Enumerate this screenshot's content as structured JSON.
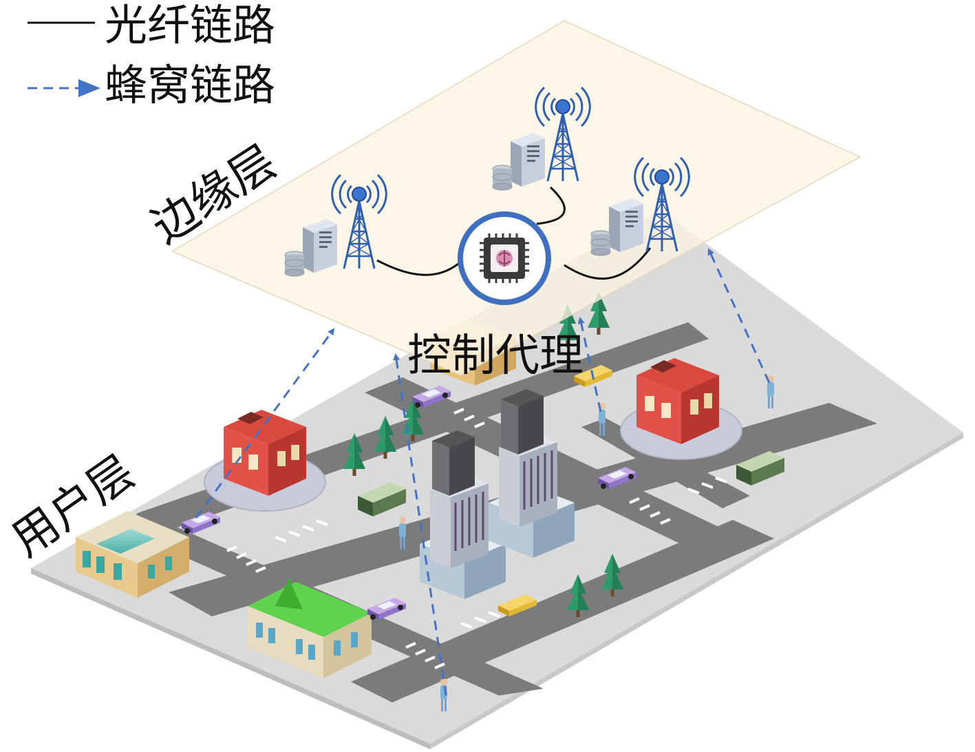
{
  "legend": {
    "fiber_label": "光纤链路",
    "cellular_label": "蜂窝链路"
  },
  "layers": {
    "edge_label": "边缘层",
    "user_label": "用户层"
  },
  "controller": {
    "label": "控制代理",
    "icon": "brain-chip-icon"
  },
  "colors": {
    "edge_plane": "#fbf3e3",
    "ground": "#d9d9d9",
    "road": "#7a7a7a",
    "cellular_link": "#4472c4",
    "fiber_link": "#111111",
    "tower": "#2f5fb0",
    "controller_ring": "#3f6fc0"
  },
  "icons": [
    "base-station-tower-icon",
    "edge-server-icon",
    "database-icon"
  ]
}
